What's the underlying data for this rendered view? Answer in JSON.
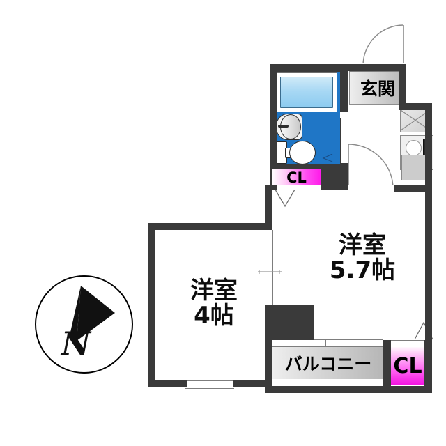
{
  "plan": {
    "type": "japanese-floor-plan",
    "rooms": [
      {
        "id": "washroom",
        "label": "",
        "kind": "bath-toilet-wet-area"
      },
      {
        "id": "entrance",
        "label": "玄関",
        "kind": "entrance"
      },
      {
        "id": "kitchen",
        "label": "",
        "kind": "kitchen"
      },
      {
        "id": "room_main",
        "label": "洋室",
        "size": "5.7帖",
        "kind": "western-room"
      },
      {
        "id": "room_sub",
        "label": "洋室",
        "size": "4帖",
        "kind": "western-room"
      },
      {
        "id": "balcony",
        "label": "バルコニー",
        "kind": "balcony"
      }
    ],
    "closets": [
      {
        "id": "closet_top",
        "label": "CL",
        "orientation": "horizontal"
      },
      {
        "id": "closet_right",
        "label": "CL",
        "orientation": "vertical"
      }
    ],
    "compass": {
      "label": "N",
      "direction": "north"
    },
    "colors": {
      "wall": "#3a3a3a",
      "wet_floor": "#1f76c6",
      "bathtub": "#a8d8f4",
      "closet": "#ff1ae9",
      "tag_gray": "#c8c8c8",
      "background": "#ffffff",
      "text": "#000000"
    },
    "fixtures": [
      {
        "id": "bathtub",
        "name": "bathtub"
      },
      {
        "id": "washbasin",
        "name": "washbasin"
      },
      {
        "id": "toilet",
        "name": "toilet"
      },
      {
        "id": "kitchen-sink",
        "name": "kitchen-sink"
      },
      {
        "id": "range-hood",
        "name": "range-hood-cabinet"
      },
      {
        "id": "under-cabinet",
        "name": "under-sink-cabinet"
      }
    ],
    "labels": {
      "entrance": "玄関",
      "balcony": "バルコニー",
      "closet": "CL",
      "room_main_name": "洋室",
      "room_main_size": "5.7帖",
      "room_sub_name": "洋室",
      "room_sub_size": "4帖",
      "compass_n": "N"
    }
  }
}
